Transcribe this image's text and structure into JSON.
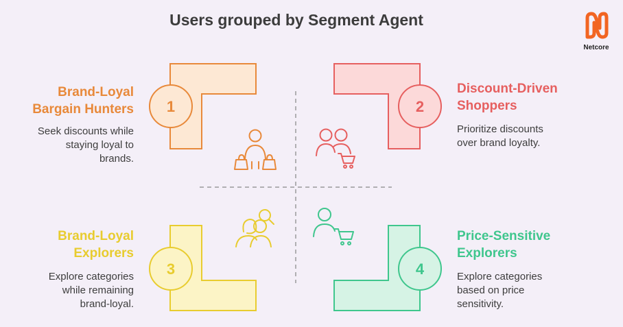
{
  "title": "Users grouped by Segment Agent",
  "brand": {
    "name": "Netcore"
  },
  "segments": [
    {
      "number": "1",
      "title_line1": "Brand-Loyal",
      "title_line2": "Bargain Hunters",
      "desc_lines": [
        "Seek discounts while",
        "staying loyal to",
        "brands."
      ],
      "color": "#e8893a",
      "fill": "#fde8d4",
      "icon": "shoppers-with-bags-icon"
    },
    {
      "number": "2",
      "title_line1": "Discount-Driven",
      "title_line2": "Shoppers",
      "desc_lines": [
        "Prioritize discounts",
        "over brand loyalty."
      ],
      "color": "#e65f5f",
      "fill": "#fcd9d9",
      "icon": "couple-with-cart-icon"
    },
    {
      "number": "3",
      "title_line1": "Brand-Loyal",
      "title_line2": "Explorers",
      "desc_lines": [
        "Explore categories",
        "while remaining",
        "brand-loyal."
      ],
      "color": "#e8cc2f",
      "fill": "#fcf4c6",
      "icon": "explorers-with-magnifier-icon"
    },
    {
      "number": "4",
      "title_line1": "Price-Sensitive",
      "title_line2": "Explorers",
      "desc_lines": [
        "Explore categories",
        "based on price",
        "sensitivity."
      ],
      "color": "#3fc68d",
      "fill": "#d6f3e5",
      "icon": "person-with-cart-icon"
    }
  ]
}
